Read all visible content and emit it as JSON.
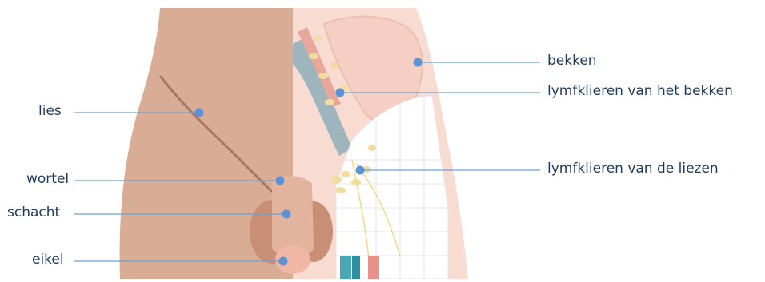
{
  "colors": {
    "skin": "#d9ac95",
    "skin_dark": "#c98f76",
    "skin_pale": "#f8dcd2",
    "pelvis": "#f5cfc3",
    "leader_line": "#6a9fd8",
    "marker": "#5b93d6",
    "text": "#1e3a5f"
  },
  "labels": {
    "bekken": "bekken",
    "lymph_pelvis": "lymfklieren van het bekken",
    "lymph_groin": "lymfklieren van de liezen",
    "lies": "lies",
    "wortel": "wortel",
    "schacht": "schacht",
    "eikel": "eikel"
  }
}
